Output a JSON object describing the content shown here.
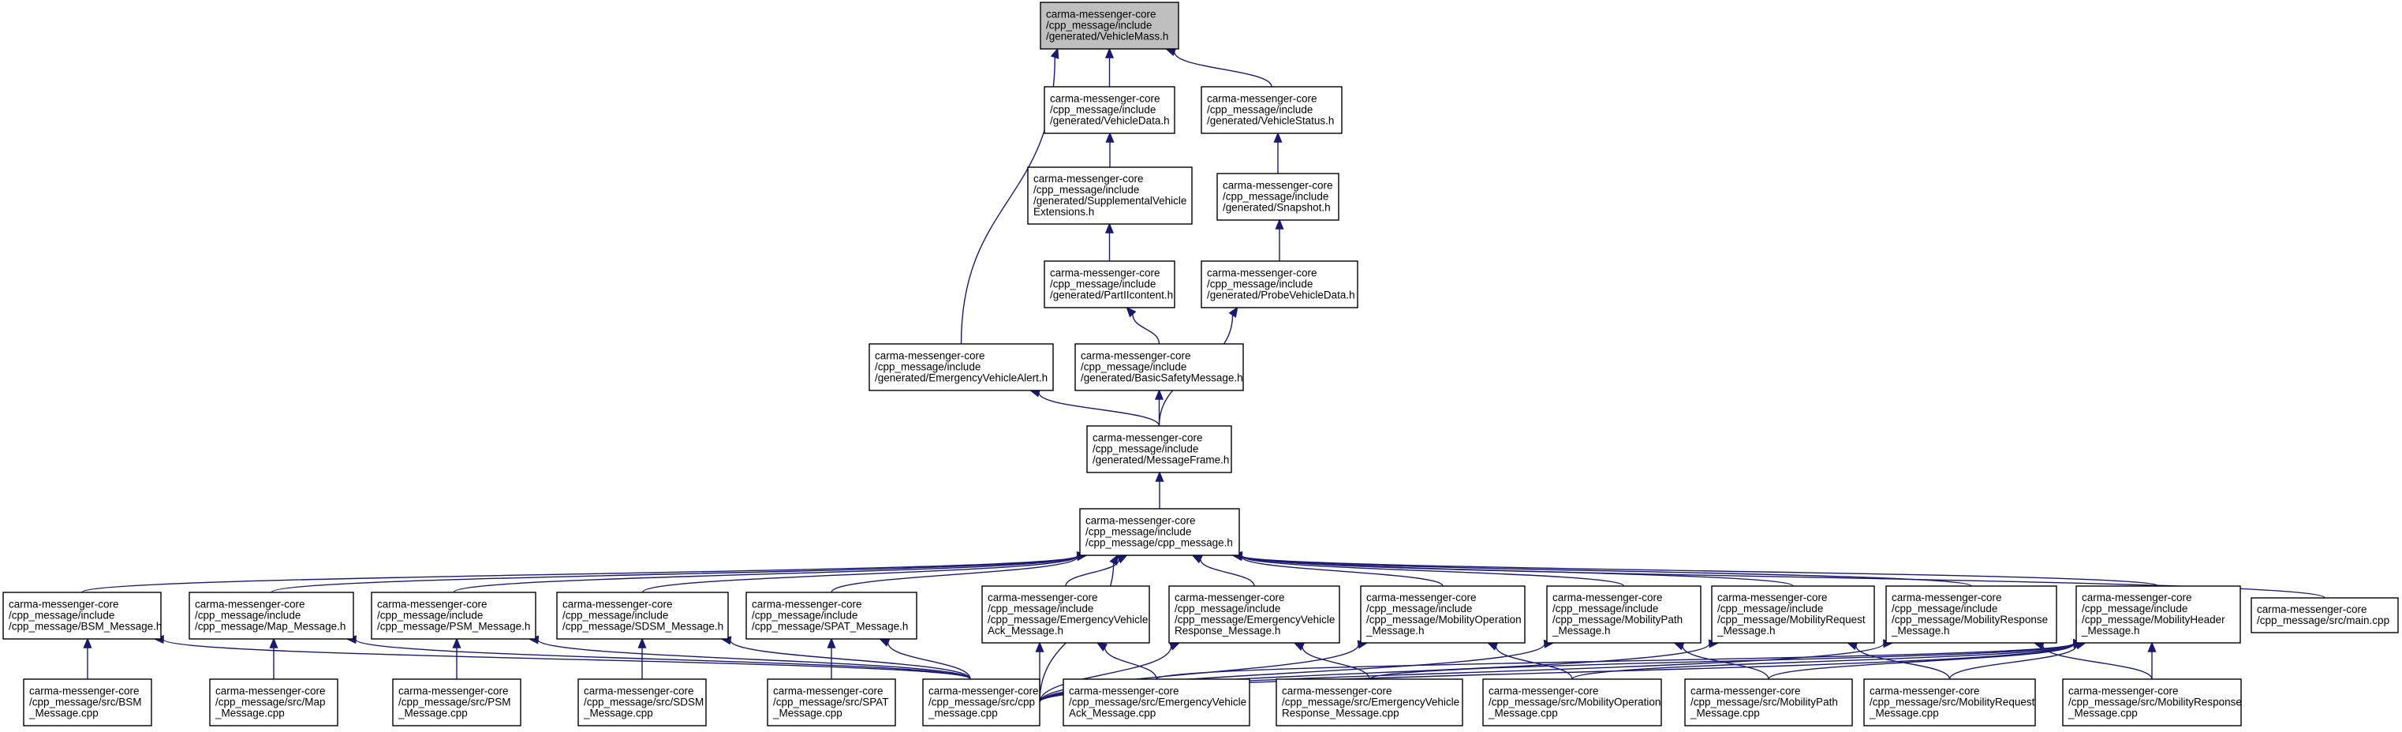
{
  "graph": {
    "title": "",
    "nodes": [
      {
        "id": "root",
        "lines": [
          "carma-messenger-core",
          "/cpp_message/include",
          "/generated/VehicleMass.h"
        ],
        "highlighted": true
      },
      {
        "id": "vehicledata",
        "lines": [
          "carma-messenger-core",
          "/cpp_message/include",
          "/generated/VehicleData.h"
        ]
      },
      {
        "id": "vehiclestatus",
        "lines": [
          "carma-messenger-core",
          "/cpp_message/include",
          "/generated/VehicleStatus.h"
        ]
      },
      {
        "id": "suppveh",
        "lines": [
          "carma-messenger-core",
          "/cpp_message/include",
          "/generated/SupplementalVehicle",
          "Extensions.h"
        ]
      },
      {
        "id": "snapshot",
        "lines": [
          "carma-messenger-core",
          "/cpp_message/include",
          "/generated/Snapshot.h"
        ]
      },
      {
        "id": "partii",
        "lines": [
          "carma-messenger-core",
          "/cpp_message/include",
          "/generated/PartIIcontent.h"
        ]
      },
      {
        "id": "probe",
        "lines": [
          "carma-messenger-core",
          "/cpp_message/include",
          "/generated/ProbeVehicleData.h"
        ]
      },
      {
        "id": "eva",
        "lines": [
          "carma-messenger-core",
          "/cpp_message/include",
          "/generated/EmergencyVehicleAlert.h"
        ]
      },
      {
        "id": "bsmgen",
        "lines": [
          "carma-messenger-core",
          "/cpp_message/include",
          "/generated/BasicSafetyMessage.h"
        ]
      },
      {
        "id": "msgframe",
        "lines": [
          "carma-messenger-core",
          "/cpp_message/include",
          "/generated/MessageFrame.h"
        ]
      },
      {
        "id": "cppmsgh",
        "lines": [
          "carma-messenger-core",
          "/cpp_message/include",
          "/cpp_message/cpp_message.h"
        ]
      },
      {
        "id": "bsmh",
        "lines": [
          "carma-messenger-core",
          "/cpp_message/include",
          "/cpp_message/BSM_Message.h"
        ]
      },
      {
        "id": "maph",
        "lines": [
          "carma-messenger-core",
          "/cpp_message/include",
          "/cpp_message/Map_Message.h"
        ]
      },
      {
        "id": "psmh",
        "lines": [
          "carma-messenger-core",
          "/cpp_message/include",
          "/cpp_message/PSM_Message.h"
        ]
      },
      {
        "id": "sdsmh",
        "lines": [
          "carma-messenger-core",
          "/cpp_message/include",
          "/cpp_message/SDSM_Message.h"
        ]
      },
      {
        "id": "spath",
        "lines": [
          "carma-messenger-core",
          "/cpp_message/include",
          "/cpp_message/SPAT_Message.h"
        ]
      },
      {
        "id": "evackh",
        "lines": [
          "carma-messenger-core",
          "/cpp_message/include",
          "/cpp_message/EmergencyVehicle",
          "Ack_Message.h"
        ]
      },
      {
        "id": "evresph",
        "lines": [
          "carma-messenger-core",
          "/cpp_message/include",
          "/cpp_message/EmergencyVehicle",
          "Response_Message.h"
        ]
      },
      {
        "id": "mobopph",
        "lines": [
          "carma-messenger-core",
          "/cpp_message/include",
          "/cpp_message/MobilityOperation",
          "_Message.h"
        ]
      },
      {
        "id": "mobpathh",
        "lines": [
          "carma-messenger-core",
          "/cpp_message/include",
          "/cpp_message/MobilityPath",
          "_Message.h"
        ]
      },
      {
        "id": "mobreqh",
        "lines": [
          "carma-messenger-core",
          "/cpp_message/include",
          "/cpp_message/MobilityRequest",
          "_Message.h"
        ]
      },
      {
        "id": "mobresph",
        "lines": [
          "carma-messenger-core",
          "/cpp_message/include",
          "/cpp_message/MobilityResponse",
          "_Message.h"
        ]
      },
      {
        "id": "mobhdrh",
        "lines": [
          "carma-messenger-core",
          "/cpp_message/include",
          "/cpp_message/MobilityHeader",
          "_Message.h"
        ]
      },
      {
        "id": "maincpp",
        "lines": [
          "carma-messenger-core",
          "/cpp_message/src/main.cpp"
        ]
      },
      {
        "id": "bsmcpp",
        "lines": [
          "carma-messenger-core",
          "/cpp_message/src/BSM",
          "_Message.cpp"
        ]
      },
      {
        "id": "mapcpp",
        "lines": [
          "carma-messenger-core",
          "/cpp_message/src/Map",
          "_Message.cpp"
        ]
      },
      {
        "id": "psmcpp",
        "lines": [
          "carma-messenger-core",
          "/cpp_message/src/PSM",
          "_Message.cpp"
        ]
      },
      {
        "id": "sdsmcpp",
        "lines": [
          "carma-messenger-core",
          "/cpp_message/src/SDSM",
          "_Message.cpp"
        ]
      },
      {
        "id": "spatcpp",
        "lines": [
          "carma-messenger-core",
          "/cpp_message/src/SPAT",
          "_Message.cpp"
        ]
      },
      {
        "id": "cppmsgcpp",
        "lines": [
          "carma-messenger-core",
          "/cpp_message/src/cpp",
          "_message.cpp"
        ]
      },
      {
        "id": "evackcpp",
        "lines": [
          "carma-messenger-core",
          "/cpp_message/src/EmergencyVehicle",
          "Ack_Message.cpp"
        ]
      },
      {
        "id": "evrespcpp",
        "lines": [
          "carma-messenger-core",
          "/cpp_message/src/EmergencyVehicle",
          "Response_Message.cpp"
        ]
      },
      {
        "id": "mobopcpp",
        "lines": [
          "carma-messenger-core",
          "/cpp_message/src/MobilityOperation",
          "_Message.cpp"
        ]
      },
      {
        "id": "mobpathcpp",
        "lines": [
          "carma-messenger-core",
          "/cpp_message/src/MobilityPath",
          "_Message.cpp"
        ]
      },
      {
        "id": "mobreqcpp",
        "lines": [
          "carma-messenger-core",
          "/cpp_message/src/MobilityRequest",
          "_Message.cpp"
        ]
      },
      {
        "id": "mobrespcpp",
        "lines": [
          "carma-messenger-core",
          "/cpp_message/src/MobilityResponse",
          "_Message.cpp"
        ]
      }
    ],
    "edges": [
      [
        "root",
        "vehicledata"
      ],
      [
        "root",
        "vehiclestatus"
      ],
      [
        "root",
        "eva"
      ],
      [
        "vehicledata",
        "suppveh"
      ],
      [
        "suppveh",
        "partii"
      ],
      [
        "partii",
        "bsmgen"
      ],
      [
        "vehiclestatus",
        "snapshot"
      ],
      [
        "snapshot",
        "probe"
      ],
      [
        "probe",
        "msgframe"
      ],
      [
        "eva",
        "msgframe"
      ],
      [
        "bsmgen",
        "msgframe"
      ],
      [
        "msgframe",
        "cppmsgh"
      ],
      [
        "cppmsgh",
        "bsmh"
      ],
      [
        "cppmsgh",
        "maph"
      ],
      [
        "cppmsgh",
        "psmh"
      ],
      [
        "cppmsgh",
        "sdsmh"
      ],
      [
        "cppmsgh",
        "spath"
      ],
      [
        "cppmsgh",
        "evackh"
      ],
      [
        "cppmsgh",
        "evresph"
      ],
      [
        "cppmsgh",
        "mobopph"
      ],
      [
        "cppmsgh",
        "mobpathh"
      ],
      [
        "cppmsgh",
        "mobreqh"
      ],
      [
        "cppmsgh",
        "mobresph"
      ],
      [
        "cppmsgh",
        "mobhdrh"
      ],
      [
        "cppmsgh",
        "maincpp"
      ],
      [
        "cppmsgh",
        "cppmsgcpp"
      ],
      [
        "bsmh",
        "bsmcpp"
      ],
      [
        "bsmh",
        "cppmsgcpp"
      ],
      [
        "maph",
        "mapcpp"
      ],
      [
        "maph",
        "cppmsgcpp"
      ],
      [
        "psmh",
        "psmcpp"
      ],
      [
        "psmh",
        "cppmsgcpp"
      ],
      [
        "sdsmh",
        "sdsmcpp"
      ],
      [
        "sdsmh",
        "cppmsgcpp"
      ],
      [
        "spath",
        "spatcpp"
      ],
      [
        "spath",
        "cppmsgcpp"
      ],
      [
        "evackh",
        "evackcpp"
      ],
      [
        "evackh",
        "cppmsgcpp"
      ],
      [
        "evresph",
        "evrespcpp"
      ],
      [
        "evresph",
        "cppmsgcpp"
      ],
      [
        "mobopph",
        "mobopcpp"
      ],
      [
        "mobopph",
        "cppmsgcpp"
      ],
      [
        "mobpathh",
        "mobpathcpp"
      ],
      [
        "mobpathh",
        "cppmsgcpp"
      ],
      [
        "mobreqh",
        "mobreqcpp"
      ],
      [
        "mobreqh",
        "cppmsgcpp"
      ],
      [
        "mobresph",
        "mobrespcpp"
      ],
      [
        "mobresph",
        "cppmsgcpp"
      ],
      [
        "mobhdrh",
        "cppmsgcpp"
      ],
      [
        "mobhdrh",
        "mobrespcpp"
      ],
      [
        "mobhdrh",
        "mobopcpp"
      ],
      [
        "mobhdrh",
        "mobpathcpp"
      ],
      [
        "mobhdrh",
        "mobreqcpp"
      ],
      [
        "mobhdrh",
        "evackcpp"
      ],
      [
        "mobhdrh",
        "evrespcpp"
      ]
    ],
    "colors": {
      "edge": "#191970",
      "node_border": "#000000",
      "node_fill": "#ffffff",
      "root_fill": "#bfbfbf"
    }
  }
}
